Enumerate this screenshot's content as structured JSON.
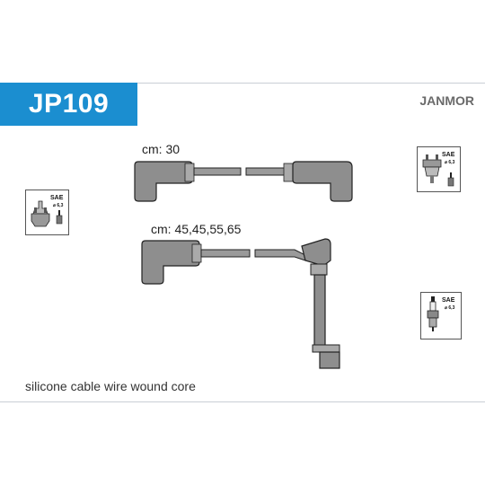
{
  "header": {
    "part_code": "JP109",
    "brand": "JANMOR"
  },
  "cables": {
    "short_label": "cm: 30",
    "long_label": "cm: 45,45,55,65"
  },
  "description": "silicone cable wire wound core",
  "icons": {
    "distributor_left": {
      "name": "distributor-cap-icon",
      "sae": "SAE",
      "diameter": "⌀ 6,3"
    },
    "distributor_right": {
      "name": "distributor-cap-icon",
      "sae": "SAE",
      "diameter": "⌀ 6,3"
    },
    "spark_plug": {
      "name": "spark-plug-icon",
      "sae": "SAE",
      "diameter": "⌀ 6,3"
    }
  },
  "colors": {
    "badge_blue": "#1b8ed0",
    "boot_gray": "#888888",
    "wire_gray": "#9a9a9a"
  }
}
